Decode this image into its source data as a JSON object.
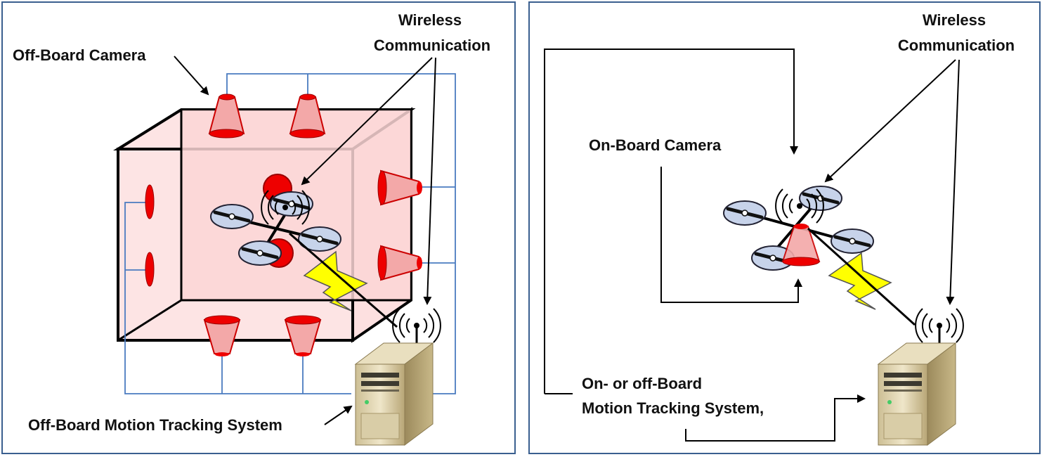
{
  "left_panel": {
    "labels": {
      "wireless_line1": "Wireless",
      "wireless_line2": "Communication",
      "offboard_camera": "Off-Board Camera",
      "tracking_system": "Off-Board Motion Tracking System"
    }
  },
  "right_panel": {
    "labels": {
      "wireless_line1": "Wireless",
      "wireless_line2": "Communication",
      "onboard_camera": "On-Board Camera",
      "tracking_line1": "On- or off-Board",
      "tracking_line2": "Motion Tracking System,"
    }
  },
  "colors": {
    "panel_border": "#3a5f8f",
    "room_fill": "#fbe1e1",
    "camera_fill": "#f3a8a8",
    "camera_dark": "#e00000",
    "wire": "#4a7bc0",
    "rotor_fill": "#c7d3ea",
    "lightning": "#ffff00"
  }
}
